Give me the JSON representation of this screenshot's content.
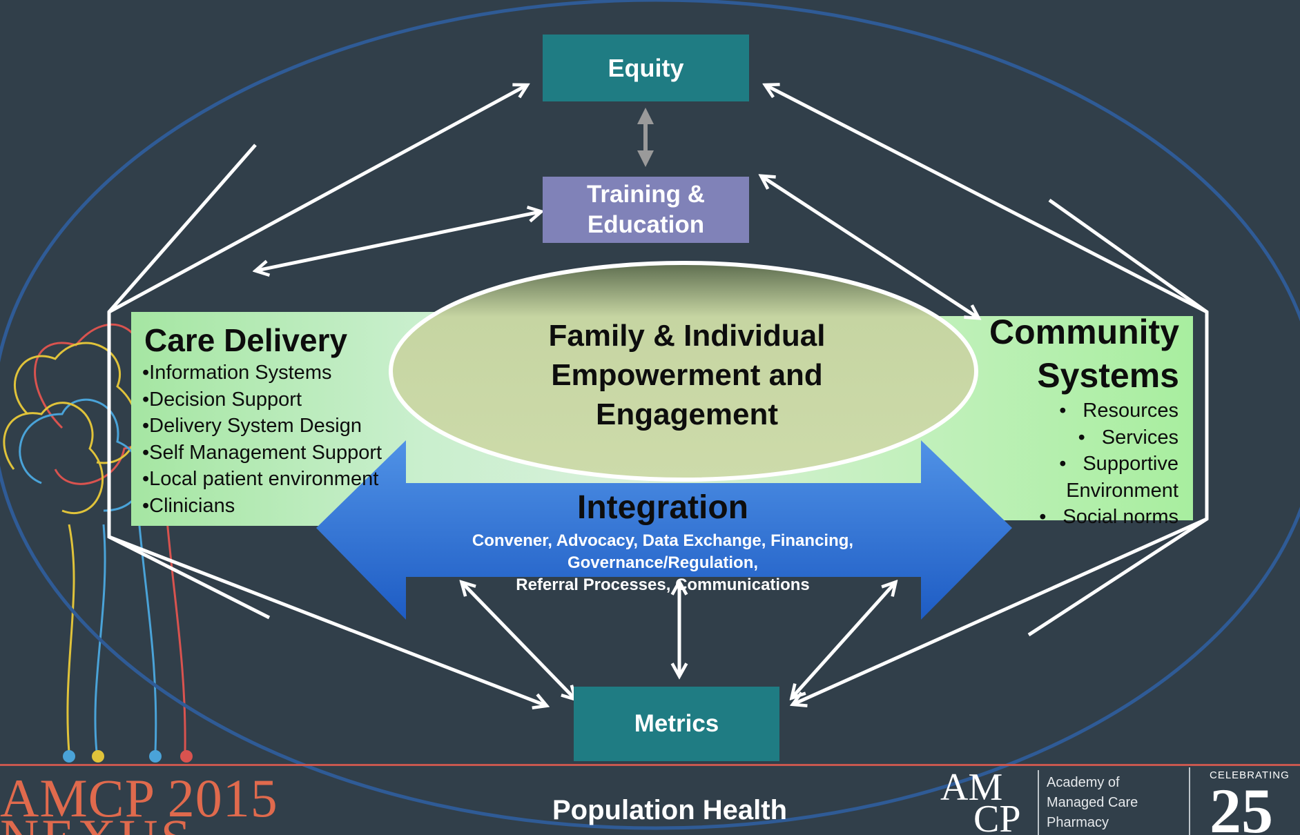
{
  "colors": {
    "background": "#313f4a",
    "teal_box": "#1f7c83",
    "training_box": "#8082b8",
    "integration_arrow": "#2d6fd6",
    "outer_ellipse": "#2f5b96",
    "brand_orange": "#e06a4d"
  },
  "diagram": {
    "equity": "Equity",
    "training": "Training &\nEducation",
    "metrics": "Metrics",
    "care_delivery": {
      "title": "Care Delivery",
      "items": [
        "Information Systems",
        "Decision Support",
        "Delivery System Design",
        "Self Management Support",
        "Local patient environment",
        "Clinicians"
      ]
    },
    "community_systems": {
      "title": "Community\nSystems",
      "items": [
        "Resources",
        "Services",
        "Supportive",
        "Environment",
        "Social norms"
      ]
    },
    "family": "Family & Individual\nEmpowerment and\nEngagement",
    "integration": {
      "title": "Integration",
      "subtitle_line1": "Convener, Advocacy, Data Exchange, Financing, Governance/Regulation,",
      "subtitle_line2": "Referral Processes, Communications"
    },
    "population_health": "Population Health"
  },
  "branding": {
    "event": "AMCP 2015",
    "event_name_partial": "NEXUS",
    "logo_top": "AM",
    "logo_bottom": "CP",
    "org_name": "Academy of\nManaged Care\nPharmacy",
    "celebrating": "CELEBRATING",
    "anniversary": "25"
  }
}
